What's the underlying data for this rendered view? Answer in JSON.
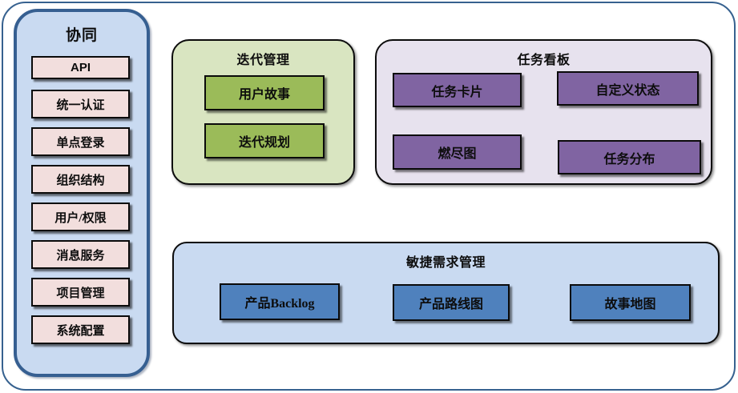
{
  "page": {
    "frame_border_color": "#36618F",
    "background_color": "#FFFFFF"
  },
  "sidebar": {
    "title": "协同",
    "fill_color": "#C9DAF1",
    "border_color": "#365F91",
    "item_fill_color": "#F2DEDD",
    "items": [
      {
        "label": "API"
      },
      {
        "label": "统一认证"
      },
      {
        "label": "单点登录"
      },
      {
        "label": "组织结构"
      },
      {
        "label": "用户/权限"
      },
      {
        "label": "消息服务"
      },
      {
        "label": "项目管理"
      },
      {
        "label": "系统配置"
      }
    ]
  },
  "groups": {
    "iteration": {
      "title": "迭代管理",
      "fill_color": "#D9E5C1",
      "item_fill_color": "#9BBB59",
      "items": [
        {
          "label": "用户故事"
        },
        {
          "label": "迭代规划"
        }
      ]
    },
    "kanban": {
      "title": "任务看板",
      "fill_color": "#E7E2EE",
      "item_fill_color": "#8064A2",
      "items": [
        {
          "label": "任务卡片"
        },
        {
          "label": "自定义状态"
        },
        {
          "label": "燃尽图"
        },
        {
          "label": "任务分布"
        }
      ]
    },
    "agile": {
      "title": "敏捷需求管理",
      "fill_color": "#C9DAF1",
      "item_fill_color": "#4F81BD",
      "items": [
        {
          "label": "产品Backlog"
        },
        {
          "label": "产品路线图"
        },
        {
          "label": "故事地图"
        }
      ]
    }
  }
}
